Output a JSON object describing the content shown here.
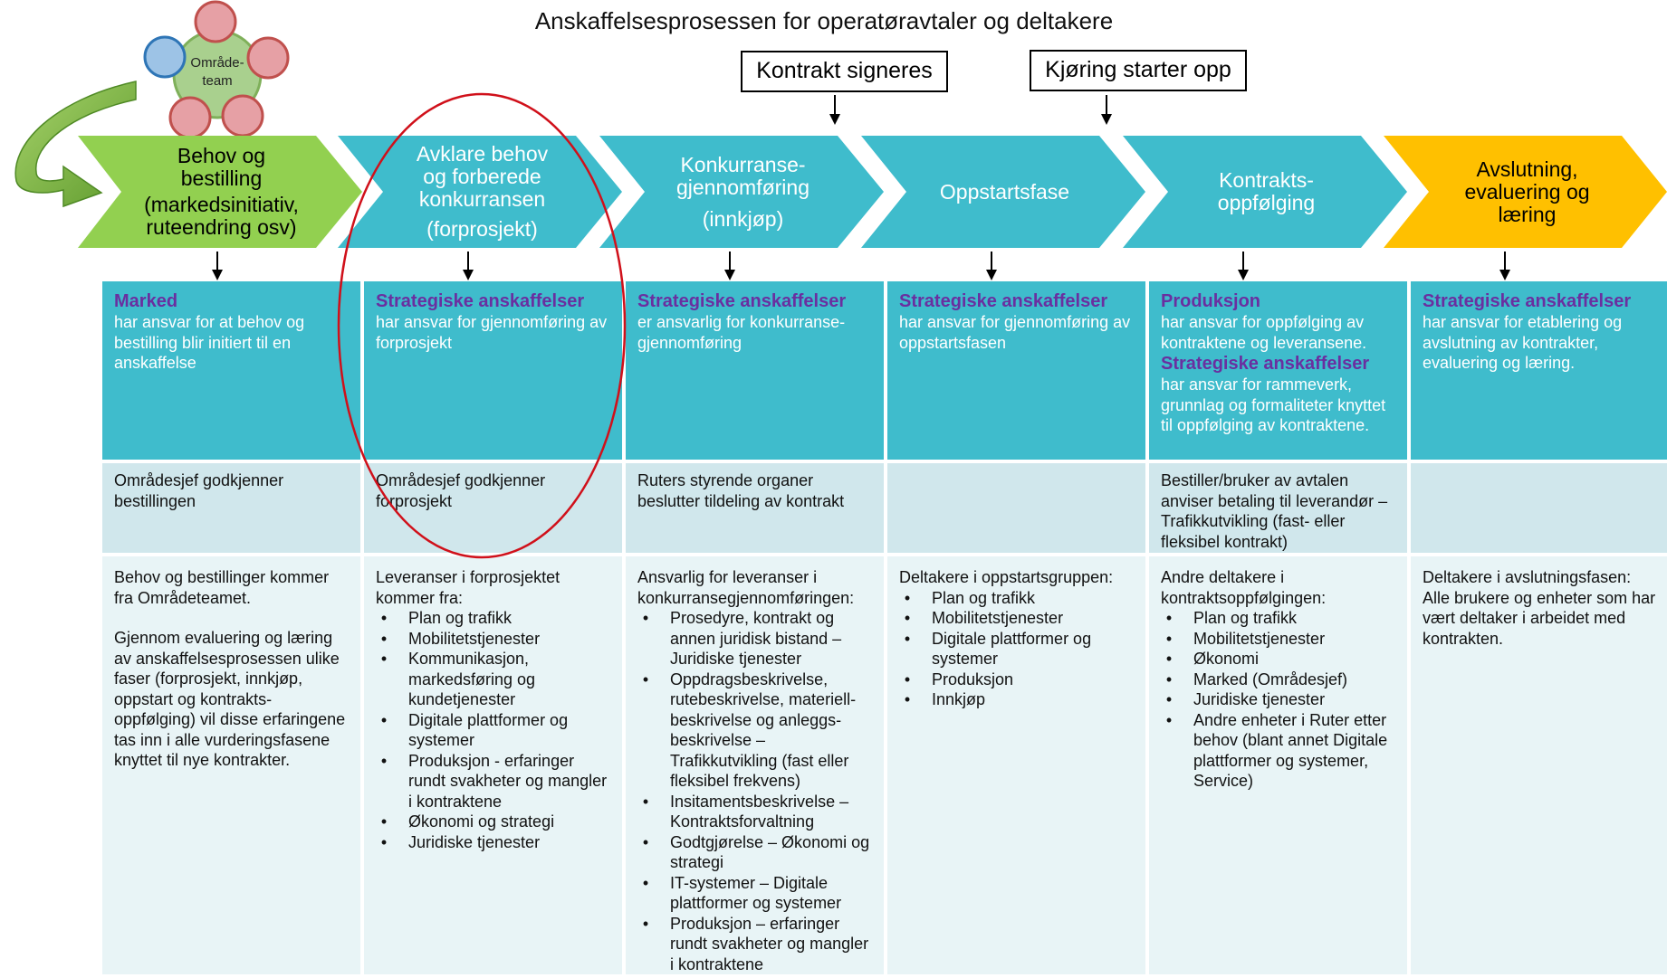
{
  "title": "Anskaffelsesprosessen for operatøravtaler og deltakere",
  "team": {
    "label_line1": "Område-",
    "label_line2": "team"
  },
  "events": [
    {
      "label": "Kontrakt signeres"
    },
    {
      "label": "Kjøring starter opp"
    }
  ],
  "phases": [
    {
      "lines": [
        "Behov og",
        "bestilling"
      ],
      "sub": [
        "(markedsinitiativ,",
        "ruteendring osv)"
      ],
      "color": "#92d050",
      "text_color": "#000000"
    },
    {
      "lines": [
        "Avklare behov",
        "og forberede",
        "konkurransen"
      ],
      "sub": [
        "(forprosjekt)"
      ],
      "color": "#3fbccc",
      "text_color": "#ffffff"
    },
    {
      "lines": [
        "Konkurranse-",
        "gjennomføring"
      ],
      "sub": [
        "(innkjøp)"
      ],
      "color": "#3fbccc",
      "text_color": "#ffffff"
    },
    {
      "lines": [
        "Oppstartsfase"
      ],
      "sub": [],
      "color": "#3fbccc",
      "text_color": "#ffffff"
    },
    {
      "lines": [
        "Kontrakts-",
        "oppfølging"
      ],
      "sub": [],
      "color": "#3fbccc",
      "text_color": "#ffffff"
    },
    {
      "lines": [
        "Avslutning,",
        "evaluering og",
        "læring"
      ],
      "sub": [],
      "color": "#ffc000",
      "text_color": "#000000"
    }
  ],
  "roles": [
    {
      "title": "Marked",
      "desc": "har ansvar for at behov og bestilling blir initiert til en anskaffelse",
      "title2": "",
      "desc2": ""
    },
    {
      "title": "Strategiske anskaffelser",
      "desc": "har ansvar for gjennomføring av forprosjekt",
      "title2": "",
      "desc2": ""
    },
    {
      "title": "Strategiske anskaffelser",
      "desc": "er ansvarlig for konkurranse-gjennomføring",
      "title2": "",
      "desc2": ""
    },
    {
      "title": "Strategiske anskaffelser",
      "desc": "har ansvar for gjennomføring av oppstartsfasen",
      "title2": "",
      "desc2": ""
    },
    {
      "title": "Produksjon",
      "desc": "har ansvar for oppfølging av kontraktene og leveransene.",
      "title2": "Strategiske anskaffelser",
      "desc2": "har ansvar for rammeverk,  grunnlag og formaliteter knyttet til oppfølging av kontraktene."
    },
    {
      "title": "Strategiske anskaffelser",
      "desc": "har ansvar for etablering og avslutning av kontrakter, evaluering og læring.",
      "title2": "",
      "desc2": ""
    }
  ],
  "approvals": [
    "Områdesjef godkjenner bestillingen",
    "Områdesjef godkjenner forprosjekt",
    "Ruters styrende organer beslutter tildeling av kontrakt",
    "",
    "Bestiller/bruker av avtalen anviser betaling til leverandør – Trafikkutvikling (fast- eller fleksibel kontrakt)",
    ""
  ],
  "participants": [
    {
      "paragraphs": [
        "Behov og bestillinger kommer fra Områdeteamet.",
        "Gjennom evaluering og læring av anskaffelsesprosessen ulike faser (forprosjekt, innkjøp, oppstart og kontrakts-oppfølging) vil disse erfaringene tas inn i alle vurderingsfasene knyttet til nye kontrakter."
      ],
      "intro": "",
      "items": []
    },
    {
      "paragraphs": [],
      "intro": "Leveranser i forprosjektet kommer fra:",
      "items": [
        "Plan og trafikk",
        "Mobilitetstjenester",
        "Kommunikasjon, markedsføring og kundetjenester",
        "Digitale plattformer og systemer",
        "Produksjon - erfaringer rundt svakheter og mangler i kontraktene",
        "Økonomi og strategi",
        "Juridiske tjenester"
      ]
    },
    {
      "paragraphs": [],
      "intro": "Ansvarlig for leveranser i konkurransegjennomføringen:",
      "items": [
        "Prosedyre, kontrakt og annen juridisk bistand – Juridiske tjenester",
        "Oppdragsbeskrivelse, rutebeskrivelse, materiell-beskrivelse og  anleggs-beskrivelse – Trafikkutvikling (fast eller fleksibel frekvens)",
        "Insitamentsbeskrivelse – Kontraktsforvaltning",
        "Godtgjørelse – Økonomi og strategi",
        "IT-systemer – Digitale plattformer og systemer",
        "Produksjon – erfaringer rundt svakheter og mangler i kontraktene"
      ]
    },
    {
      "paragraphs": [],
      "intro": "Deltakere i oppstartsgruppen:",
      "items": [
        "Plan og trafikk",
        "Mobilitetstjenester",
        "Digitale plattformer og systemer",
        "Produksjon",
        "Innkjøp"
      ]
    },
    {
      "paragraphs": [],
      "intro": "Andre deltakere i kontraktsoppfølgingen:",
      "items": [
        "Plan og trafikk",
        "Mobilitetstjenester",
        "Økonomi",
        "Marked (Områdesjef)",
        "Juridiske tjenester",
        "Andre enheter i Ruter etter behov (blant annet Digitale plattformer og systemer, Service)"
      ]
    },
    {
      "paragraphs": [],
      "intro": "Deltakere i avslutningsfasen: Alle brukere og enheter som har vært deltaker i arbeidet med kontrakten.",
      "items": []
    }
  ],
  "colors": {
    "teal": "#3fbccc",
    "green": "#92d050",
    "yellow": "#ffc000",
    "purple": "#6a2fa0",
    "approval_bg": "#d0e7ec",
    "participants_bg": "#e8f4f6",
    "highlight_ellipse": "#d0101a"
  }
}
